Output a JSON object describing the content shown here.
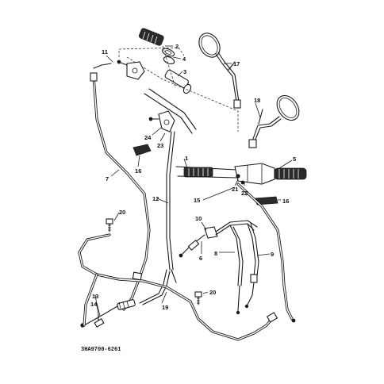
{
  "callouts": [
    "1",
    "2",
    "3",
    "4",
    "5",
    "6",
    "7",
    "8",
    "9",
    "10",
    "11",
    "12",
    "13",
    "14",
    "15",
    "16",
    "16",
    "17",
    "18",
    "19",
    "20",
    "20",
    "21",
    "22",
    "23",
    "24"
  ],
  "diagram_code": "3HA9700-6261"
}
